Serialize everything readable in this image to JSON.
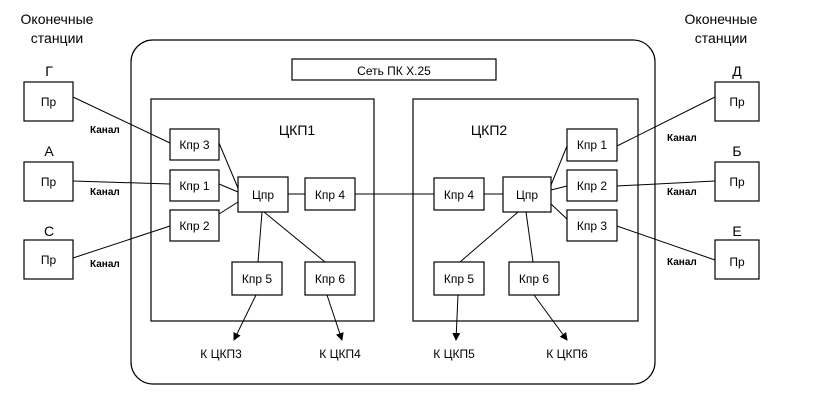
{
  "network_title": "Сеть ПК X.25",
  "terminal_group_label": [
    "Оконечные",
    "станции"
  ],
  "channel_label": "Канал",
  "ckp1": {
    "title": "ЦКП1",
    "center": "Цпр",
    "k1": "Кпр 1",
    "k2": "Кпр 2",
    "k3": "Кпр 3",
    "k4": "Кпр 4",
    "k5": "Кпр 5",
    "k6": "Кпр 6"
  },
  "ckp2": {
    "title": "ЦКП2",
    "center": "Цпр",
    "k1": "Кпр 1",
    "k2": "Кпр 2",
    "k3": "Кпр 3",
    "k4": "Кпр 4",
    "k5": "Кпр 5",
    "k6": "Кпр 6"
  },
  "stations": {
    "G": {
      "letter": "Г",
      "box": "Пр"
    },
    "A": {
      "letter": "А",
      "box": "Пр"
    },
    "C": {
      "letter": "С",
      "box": "Пр"
    },
    "D": {
      "letter": "Д",
      "box": "Пр"
    },
    "B": {
      "letter": "Б",
      "box": "Пр"
    },
    "E": {
      "letter": "Е",
      "box": "Пр"
    }
  },
  "exits": {
    "ckp3": "К ЦКП3",
    "ckp4": "К ЦКП4",
    "ckp5": "К ЦКП5",
    "ckp6": "К ЦКП6"
  }
}
